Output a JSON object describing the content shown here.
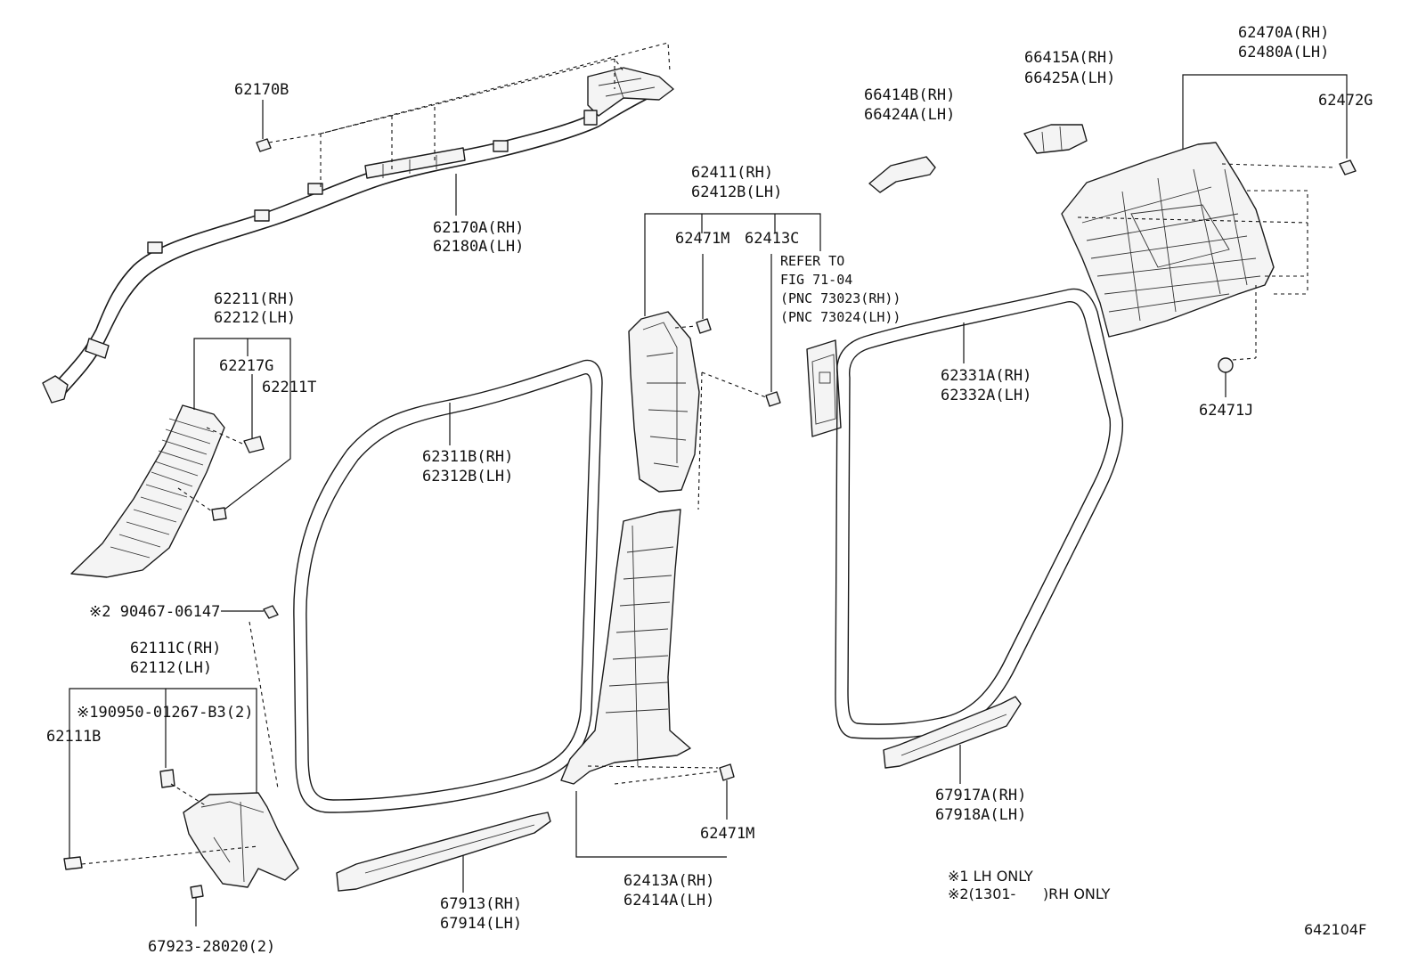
{
  "labels": {
    "l62170B": "62170B",
    "l62170A": "62170A(RH)",
    "l62180A": "62180A(LH)",
    "l62211": "62211(RH)",
    "l62212": "62212(LH)",
    "l62217G": "62217G",
    "l62211T": "62211T",
    "l90467": "※2 90467-06147",
    "l62111C": "62111C(RH)",
    "l62112": "62112(LH)",
    "l90950": "※190950-01267-B3(2)",
    "l62111B": "62111B",
    "l67923": "67923-28020(2)",
    "l62311B": "62311B(RH)",
    "l62312B": "62312B(LH)",
    "l67913": "67913(RH)",
    "l67914": "67914(LH)",
    "l62411": "62411(RH)",
    "l62412B": "62412B(LH)",
    "l62471M_top": "62471M",
    "l62413C": "62413C",
    "l62471M_bot": "62471M",
    "l62413A": "62413A(RH)",
    "l62414A": "62414A(LH)",
    "refer1": "REFER TO",
    "refer2": "FIG 71-04",
    "refer3": "(PNC 73023(RH))",
    "refer4": "(PNC 73024(LH))",
    "l66414B": "66414B(RH)",
    "l66424A": "66424A(LH)",
    "l66415A": "66415A(RH)",
    "l66425A": "66425A(LH)",
    "l62470A": "62470A(RH)",
    "l62480A": "62480A(LH)",
    "l62472G": "62472G",
    "l62331A": "62331A(RH)",
    "l62332A": "62332A(LH)",
    "l62471J": "62471J",
    "l67917A": "67917A(RH)",
    "l67918A": "67918A(LH)"
  },
  "notes": {
    "note1": "※1 LH ONLY",
    "note2": "※2(1301-      )RH ONLY"
  },
  "figure_id": "642104F"
}
